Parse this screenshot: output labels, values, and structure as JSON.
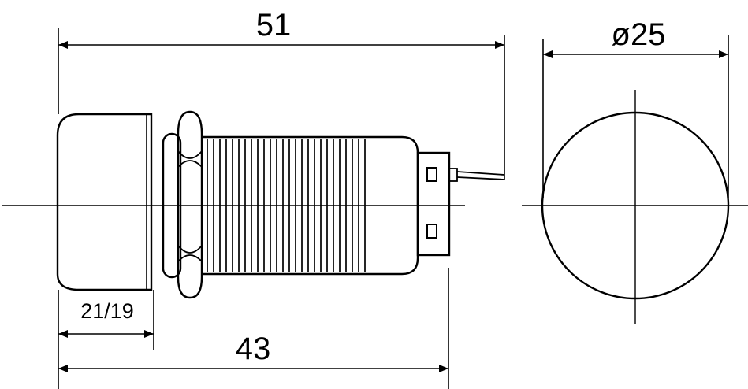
{
  "dimensions": {
    "total_length": "51",
    "diameter": "ø25",
    "body_length": "43",
    "cap_length": "21/19"
  },
  "colors": {
    "stroke": "#000000",
    "background": "#ffffff"
  }
}
